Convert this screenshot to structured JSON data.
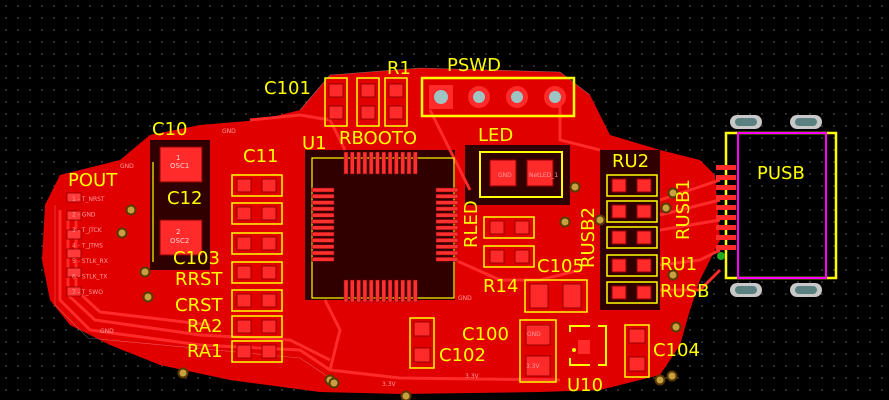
{
  "board": {
    "background": "#000000",
    "copper_color": "#ff0000",
    "silkscreen_color": "#ffff00",
    "via_color": "#b8860b",
    "usb_outline_color": "#ff00ff",
    "usb_shield_color": "#c8c8c8"
  },
  "labels": {
    "pswd": "PSWD",
    "c101": "C101",
    "r1": "R1",
    "rbooto": "RBOOTO",
    "u1": "U1",
    "led": "LED",
    "c10": "C10",
    "osc1": "OSC1",
    "osc1_pin": "1",
    "c11": "C11",
    "pout": "POUT",
    "c12": "C12",
    "osc2": "OSC2",
    "osc2_pin": "2",
    "c103": "C103",
    "rrst": "RRST",
    "crst": "CRST",
    "ra2": "RA2",
    "ra1": "RA1",
    "rled": "RLED",
    "rusb2": "RUSB2",
    "ru2": "RU2",
    "rusb1": "RUSB1",
    "pusb": "PUSB",
    "ru1": "RU1",
    "rusb": "RUSB",
    "c105": "C105",
    "r14": "R14",
    "c100": "C100",
    "c102": "C102",
    "c104": "C104",
    "u10": "U10"
  },
  "nets": {
    "gnd": "GND",
    "v33": "3.3V",
    "gnd_pad": "GND",
    "netled": "NetLED_1"
  },
  "pout_pins": [
    "1 - T_NRST",
    "2 - GND",
    "3 - T_JTCK",
    "4 - T_JTMS",
    "5 - STLK_RX",
    "6 - STLK_TX",
    "7 - T_SWO"
  ]
}
